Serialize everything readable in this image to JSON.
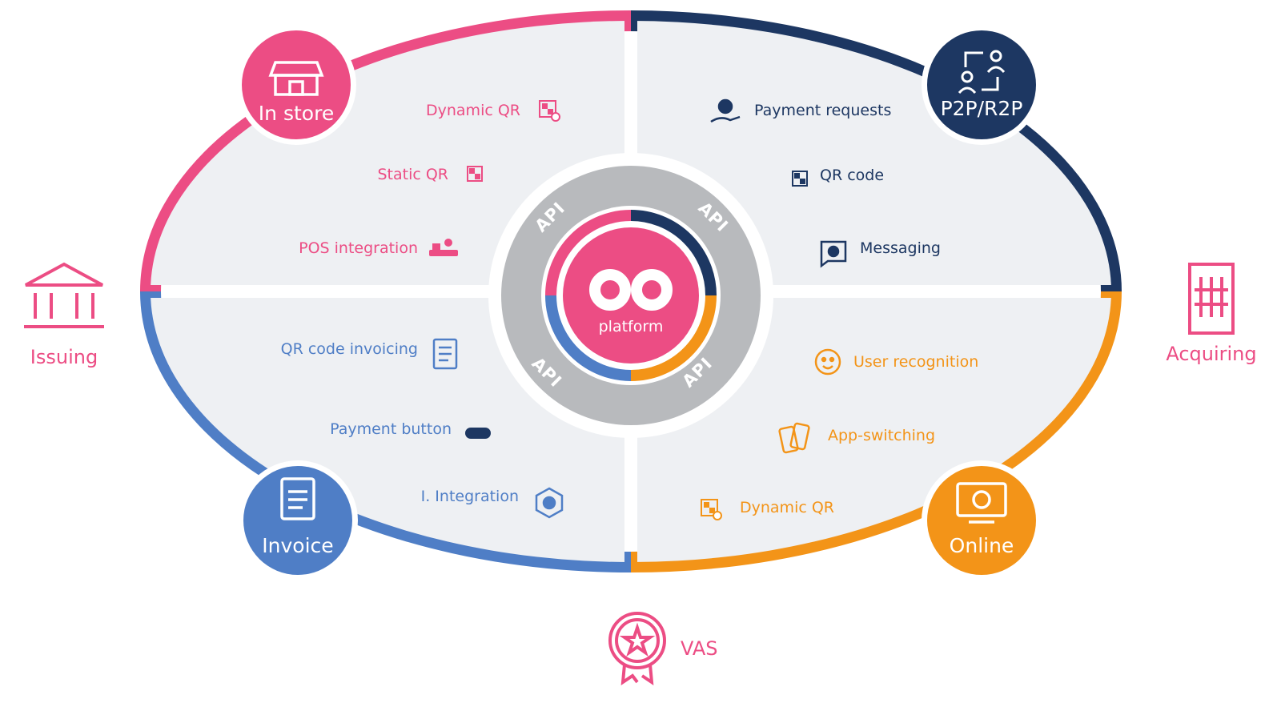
{
  "colors": {
    "pink": "#ec4d84",
    "navy": "#1d3762",
    "blue": "#4f7ec6",
    "orange": "#f39418",
    "panel": "#eef0f3",
    "ring": "#b8babd"
  },
  "center": {
    "label": "platform",
    "api_labels": [
      "API",
      "API",
      "API",
      "API"
    ]
  },
  "quadrants": {
    "in_store": {
      "badge": "In store",
      "items": [
        "Dynamic QR",
        "Static QR",
        "POS integration"
      ]
    },
    "p2p": {
      "badge": "P2P/R2P",
      "items": [
        "Payment requests",
        "QR code",
        "Messaging"
      ]
    },
    "invoice": {
      "badge": "Invoice",
      "items": [
        "QR code invoicing",
        "Payment button",
        "I. Integration"
      ]
    },
    "online": {
      "badge": "Online",
      "items": [
        "User recognition",
        "App-switching",
        "Dynamic QR"
      ]
    }
  },
  "sides": {
    "issuing": "Issuing",
    "acquiring": "Acquiring",
    "vas": "VAS"
  },
  "icons": {
    "in_store": [
      "qr-code-icon",
      "qr-code-icon",
      "pos-terminal-icon"
    ],
    "p2p": [
      "hand-coin-icon",
      "qr-code-icon",
      "chat-bubble-icon"
    ],
    "invoice": [
      "document-icon",
      "pay-button-icon",
      "network-gear-icon"
    ],
    "online": [
      "smiley-face-icon",
      "phone-switch-icon",
      "qr-code-icon"
    ]
  }
}
